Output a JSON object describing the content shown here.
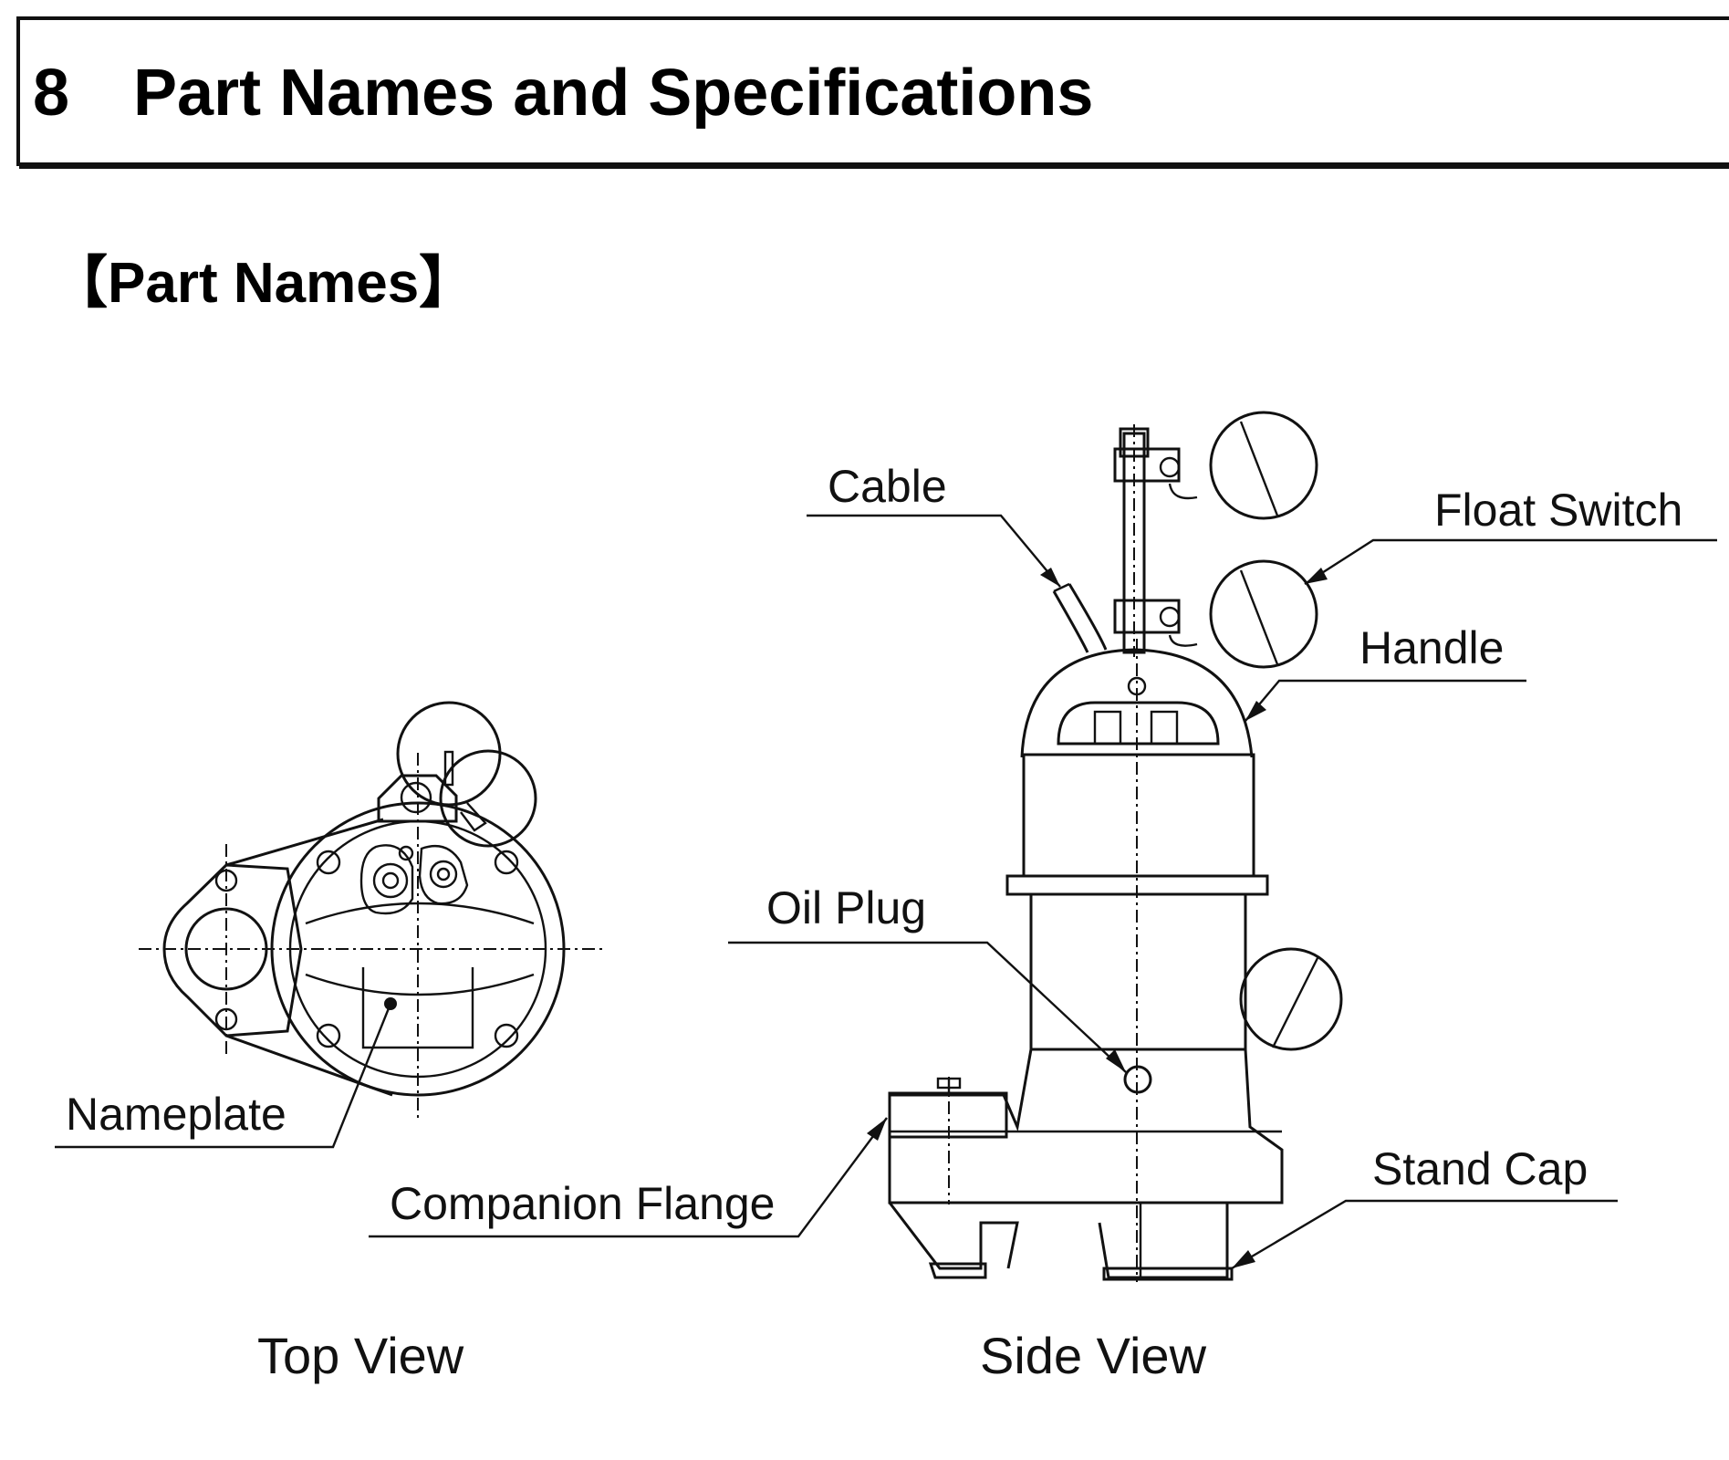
{
  "header": {
    "section_number": "8",
    "section_title": "Part Names and Specifications"
  },
  "subheading": "【Part Names】",
  "labels": {
    "cable": "Cable",
    "float_switch": "Float Switch",
    "handle": "Handle",
    "oil_plug": "Oil Plug",
    "nameplate": "Nameplate",
    "companion_flange": "Companion Flange",
    "stand_cap": "Stand Cap"
  },
  "views": {
    "top": "Top View",
    "side": "Side View"
  }
}
